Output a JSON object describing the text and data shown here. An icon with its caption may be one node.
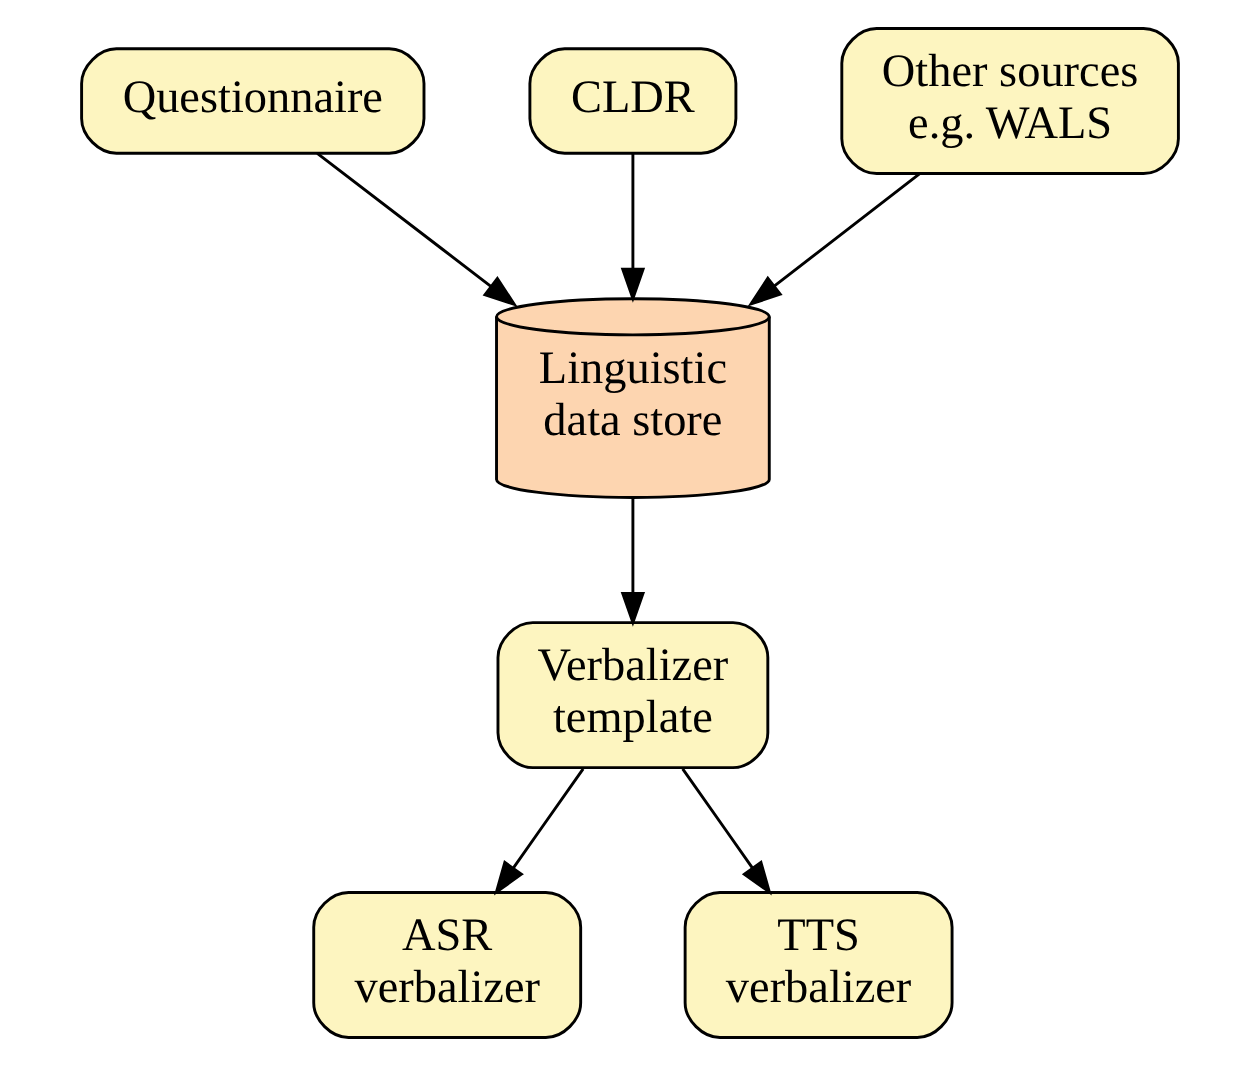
{
  "diagram": {
    "nodes": [
      {
        "text": [
          "Questionnaire"
        ]
      },
      {
        "text": [
          "CLDR"
        ]
      },
      {
        "text": [
          "Other sources e.g. WALS"
        ]
      },
      {
        "text": [
          "Linguistic data store"
        ]
      },
      {
        "text": [
          "Verbalizer template"
        ]
      },
      {
        "text": [
          "ASR verbalizer"
        ]
      },
      {
        "text": [
          "TTS verbalizer"
        ]
      }
    ],
    "edges": [
      {
        "from": 0,
        "to": 3,
        "arrow": "to"
      },
      {
        "from": 1,
        "to": 3,
        "arrow": "to"
      },
      {
        "from": 2,
        "to": 3,
        "arrow": "to"
      },
      {
        "from": 3,
        "to": 4,
        "arrow": "to"
      },
      {
        "from": 4,
        "to": 5,
        "arrow": "to"
      },
      {
        "from": 4,
        "to": 6,
        "arrow": "to"
      }
    ]
  }
}
